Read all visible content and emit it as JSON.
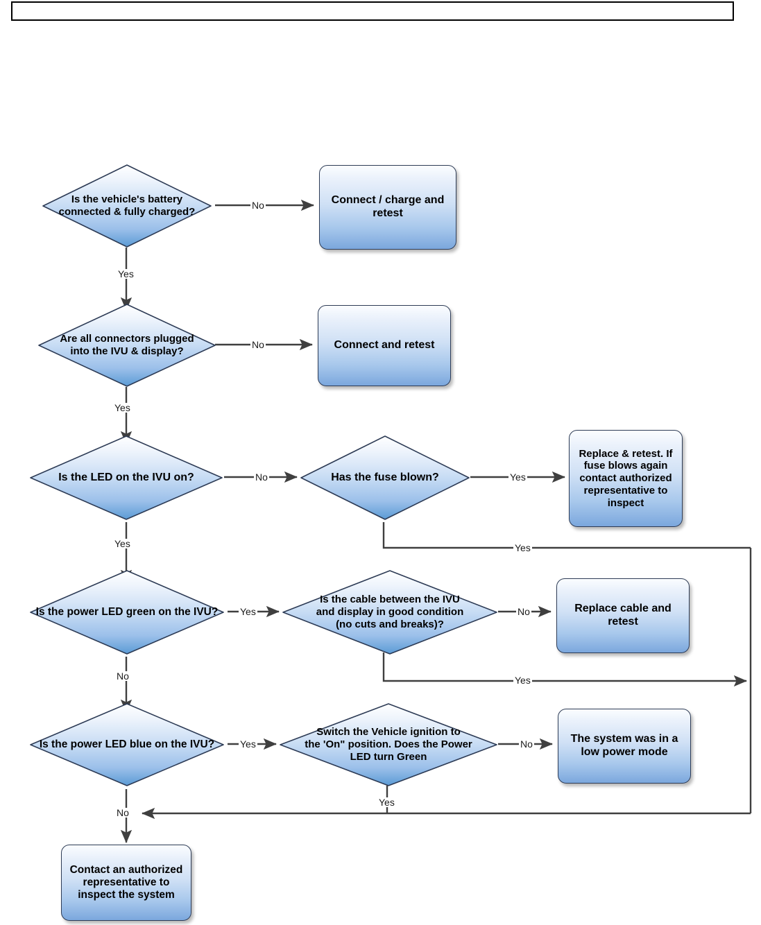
{
  "document": {
    "title_bar": {
      "text": ""
    }
  },
  "chart_data": {
    "type": "diagram",
    "diagram_kind": "flowchart",
    "title": "",
    "palette": {
      "node_fill_top": "#fbfdff",
      "node_fill_bottom": "#7ba7dd",
      "node_stroke": "#2d3b55",
      "connector": "#3f3f3f",
      "text": "#000000",
      "background": "#ffffff"
    },
    "nodes": [
      {
        "id": "n1",
        "shape": "decision",
        "text": "Is the vehicle's battery\nconnected & fully charged?"
      },
      {
        "id": "a1",
        "shape": "process",
        "text": "Connect / charge and\nretest"
      },
      {
        "id": "n2",
        "shape": "decision",
        "text": "Are all connectors plugged\ninto the IVU & display?"
      },
      {
        "id": "a2",
        "shape": "process",
        "text": "Connect and retest"
      },
      {
        "id": "n3",
        "shape": "decision",
        "text": "Is the LED on the IVU on?"
      },
      {
        "id": "n4",
        "shape": "decision",
        "text": "Has the fuse blown?"
      },
      {
        "id": "a3",
        "shape": "process",
        "text": "Replace & retest. If\nfuse blows again\ncontact authorized\nrepresentative to\ninspect"
      },
      {
        "id": "n5",
        "shape": "decision",
        "text": "Is the power LED green on the IVU?"
      },
      {
        "id": "n6",
        "shape": "decision",
        "text": "Is the cable between the IVU\nand display in good condition\n(no cuts and breaks)?"
      },
      {
        "id": "a4",
        "shape": "process",
        "text": "Replace cable and\nretest"
      },
      {
        "id": "n7",
        "shape": "decision",
        "text": "Is the power LED blue on the IVU?"
      },
      {
        "id": "n8",
        "shape": "decision",
        "text": "Switch the Vehicle ignition to\nthe 'On\" position. Does the Power\nLED turn Green"
      },
      {
        "id": "a5",
        "shape": "process",
        "text": "The system was in a\nlow power mode"
      },
      {
        "id": "a6",
        "shape": "process",
        "text": "Contact an authorized\nrepresentative to\ninspect the system"
      }
    ],
    "edges": [
      {
        "from": "n1",
        "to": "a1",
        "label": "No"
      },
      {
        "from": "n1",
        "to": "n2",
        "label": "Yes"
      },
      {
        "from": "n2",
        "to": "a2",
        "label": "No"
      },
      {
        "from": "n2",
        "to": "n3",
        "label": "Yes"
      },
      {
        "from": "n3",
        "to": "n4",
        "label": "No"
      },
      {
        "from": "n3",
        "to": "n5",
        "label": "Yes"
      },
      {
        "from": "n4",
        "to": "a3",
        "label": "Yes"
      },
      {
        "from": "n4",
        "to": "a6",
        "label": "Yes"
      },
      {
        "from": "n5",
        "to": "n6",
        "label": "Yes"
      },
      {
        "from": "n5",
        "to": "n7",
        "label": "No"
      },
      {
        "from": "n6",
        "to": "a4",
        "label": "No"
      },
      {
        "from": "n6",
        "to": "a6",
        "label": "Yes"
      },
      {
        "from": "n7",
        "to": "n8",
        "label": "Yes"
      },
      {
        "from": "n7",
        "to": "a6",
        "label": "No"
      },
      {
        "from": "n8",
        "to": "a5",
        "label": "Yes"
      },
      {
        "from": "n8",
        "to": "a6",
        "label": "No"
      }
    ],
    "edge_labels": [
      {
        "id": "e1",
        "text": "No"
      },
      {
        "id": "e2",
        "text": "Yes"
      },
      {
        "id": "e3",
        "text": "No"
      },
      {
        "id": "e4",
        "text": "Yes"
      },
      {
        "id": "e5",
        "text": "No"
      },
      {
        "id": "e6",
        "text": "Yes"
      },
      {
        "id": "e7",
        "text": "Yes"
      },
      {
        "id": "e8",
        "text": "Yes"
      },
      {
        "id": "e9",
        "text": "Yes"
      },
      {
        "id": "e10",
        "text": "No"
      },
      {
        "id": "e11",
        "text": "No"
      },
      {
        "id": "e12",
        "text": "Yes"
      },
      {
        "id": "e13",
        "text": "Yes"
      },
      {
        "id": "e14",
        "text": "No"
      },
      {
        "id": "e15",
        "text": "Yes"
      },
      {
        "id": "e16",
        "text": "No"
      }
    ]
  }
}
